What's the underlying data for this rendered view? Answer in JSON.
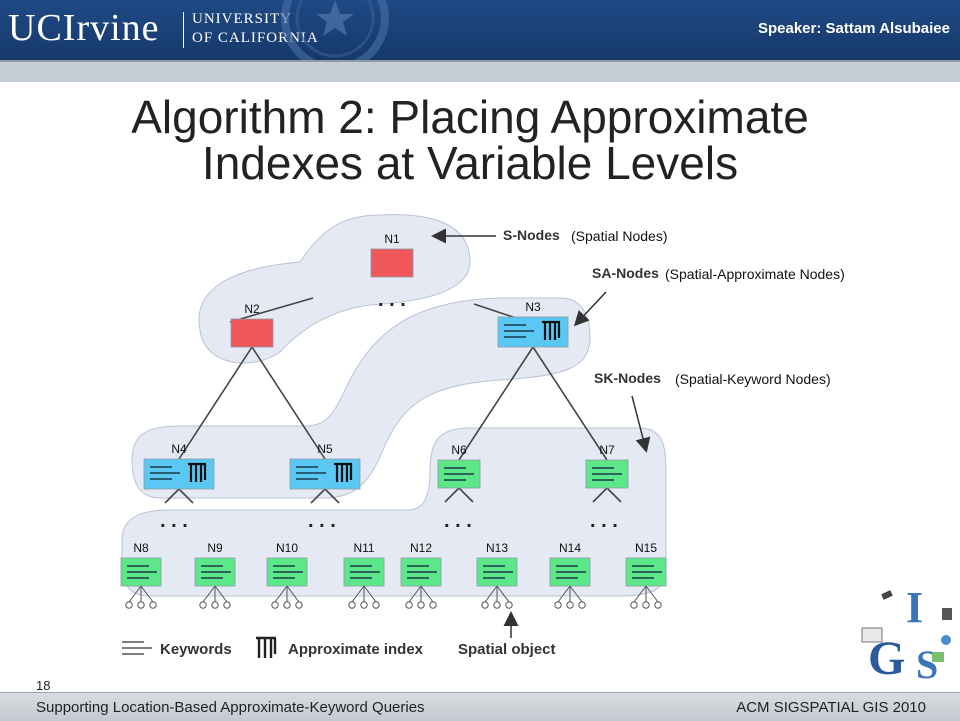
{
  "header": {
    "logo_main": "UCIrvine",
    "logo_sub1": "UNIVERSITY",
    "logo_sub2": "OF CALIFORNIA",
    "speaker": "Speaker: Sattam Alsubaiee"
  },
  "slide": {
    "title_line1": "Algorithm 2: Placing Approximate",
    "title_line2": "Indexes at Variable Levels",
    "page_number": "18"
  },
  "diagram": {
    "node_labels": [
      "N1",
      "N2",
      "N3",
      "N4",
      "N5",
      "N6",
      "N7",
      "N8",
      "N9",
      "N10",
      "N11",
      "N12",
      "N13",
      "N14",
      "N15"
    ],
    "group_labels": {
      "s_nodes": "S-Nodes",
      "sa_nodes": "SA-Nodes",
      "sk_nodes": "SK-Nodes"
    },
    "ellipsis": ". . .",
    "legend": {
      "keywords": "Keywords",
      "approx_index": "Approximate index",
      "spatial_object": "Spatial object"
    },
    "colors": {
      "s_node": "#f0575a",
      "sa_node": "#5ac8f2",
      "sk_node": "#5ce889",
      "region": "#e4e9f3"
    }
  },
  "annotations": {
    "s_nodes": "(Spatial Nodes)",
    "sa_nodes": "(Spatial-Approximate Nodes)",
    "sk_nodes": "(Spatial-Keyword Nodes)"
  },
  "footer": {
    "left": "Supporting Location-Based Approximate-Keyword Queries",
    "right": "ACM SIGSPATIAL GIS 2010"
  },
  "icons": [
    "uci-seal-icon",
    "gis-logo-icon",
    "approximate-index-icon",
    "keywords-icon"
  ]
}
